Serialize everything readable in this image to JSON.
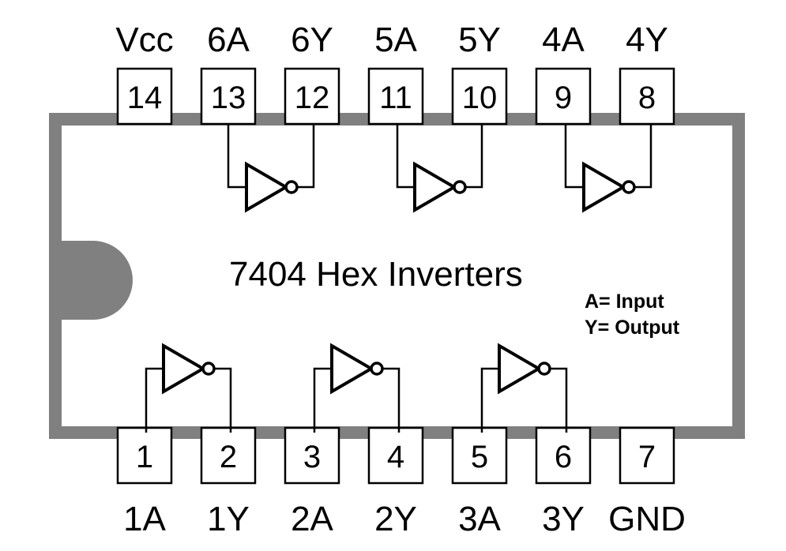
{
  "chip": {
    "title": "7404 Hex Inverters",
    "legend": [
      "A= Input",
      "Y= Output"
    ],
    "colors": {
      "body_border": "#808080",
      "body_fill": "#ffffff",
      "ink": "#000000"
    }
  },
  "top_pins": [
    {
      "number": "14",
      "label": "Vcc"
    },
    {
      "number": "13",
      "label": "6A"
    },
    {
      "number": "12",
      "label": "6Y"
    },
    {
      "number": "11",
      "label": "5A"
    },
    {
      "number": "10",
      "label": "5Y"
    },
    {
      "number": "9",
      "label": "4A"
    },
    {
      "number": "8",
      "label": "4Y"
    }
  ],
  "bottom_pins": [
    {
      "number": "1",
      "label": "1A"
    },
    {
      "number": "2",
      "label": "1Y"
    },
    {
      "number": "3",
      "label": "2A"
    },
    {
      "number": "4",
      "label": "2Y"
    },
    {
      "number": "5",
      "label": "3A"
    },
    {
      "number": "6",
      "label": "3Y"
    },
    {
      "number": "7",
      "label": "GND"
    }
  ]
}
